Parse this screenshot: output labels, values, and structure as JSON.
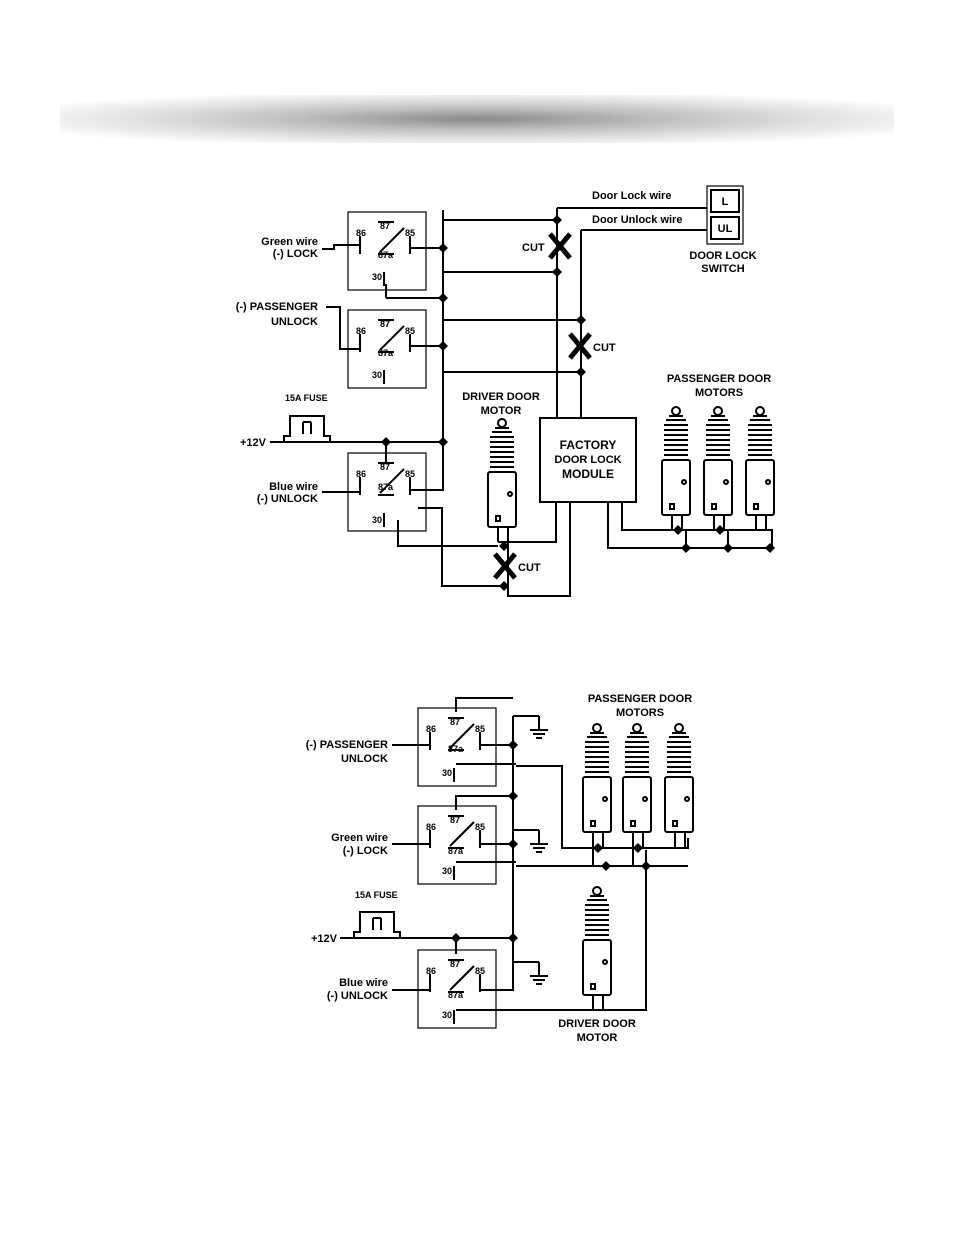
{
  "diagram1": {
    "relay_lock": {
      "wire_label": "Green wire",
      "function_label": "(-) LOCK",
      "pins": {
        "p86": "86",
        "p87": "87",
        "p85": "85",
        "p87a": "87a",
        "p30": "30"
      }
    },
    "relay_passenger": {
      "wire_label": "(-) PASSENGER",
      "function_label": "UNLOCK",
      "pins": {
        "p86": "86",
        "p87": "87",
        "p85": "85",
        "p87a": "87a",
        "p30": "30"
      }
    },
    "relay_unlock": {
      "wire_label": "Blue wire",
      "function_label": "(-) UNLOCK",
      "pins": {
        "p86": "86",
        "p87": "87",
        "p85": "85",
        "p87a": "87a",
        "p30": "30"
      }
    },
    "fuse_label": "15A FUSE",
    "power_label": "+12V",
    "door_lock_wire": "Door Lock wire",
    "door_unlock_wire": "Door Unlock wire",
    "switch": {
      "lock": "L",
      "unlock": "UL",
      "label_line1": "DOOR LOCK",
      "label_line2": "SWITCH"
    },
    "cut_label": "CUT",
    "driver_motor": {
      "line1": "DRIVER DOOR",
      "line2": "MOTOR"
    },
    "module": {
      "line1": "FACTORY",
      "line2": "DOOR LOCK",
      "line3": "MODULE"
    },
    "passenger_motors": {
      "line1": "PASSENGER DOOR",
      "line2": "MOTORS"
    }
  },
  "diagram2": {
    "relay_passenger": {
      "wire_label": "(-) PASSENGER",
      "function_label": "UNLOCK",
      "pins": {
        "p86": "86",
        "p87": "87",
        "p85": "85",
        "p87a": "87a",
        "p30": "30"
      }
    },
    "relay_lock": {
      "wire_label": "Green wire",
      "function_label": "(-) LOCK",
      "pins": {
        "p86": "86",
        "p87": "87",
        "p85": "85",
        "p87a": "87a",
        "p30": "30"
      }
    },
    "relay_unlock": {
      "wire_label": "Blue wire",
      "function_label": "(-) UNLOCK",
      "pins": {
        "p86": "86",
        "p87": "87",
        "p85": "85",
        "p87a": "87a",
        "p30": "30"
      }
    },
    "fuse_label": "15A FUSE",
    "power_label": "+12V",
    "passenger_motors": {
      "line1": "PASSENGER DOOR",
      "line2": "MOTORS"
    },
    "driver_motor": {
      "line1": "DRIVER DOOR",
      "line2": "MOTOR"
    }
  }
}
